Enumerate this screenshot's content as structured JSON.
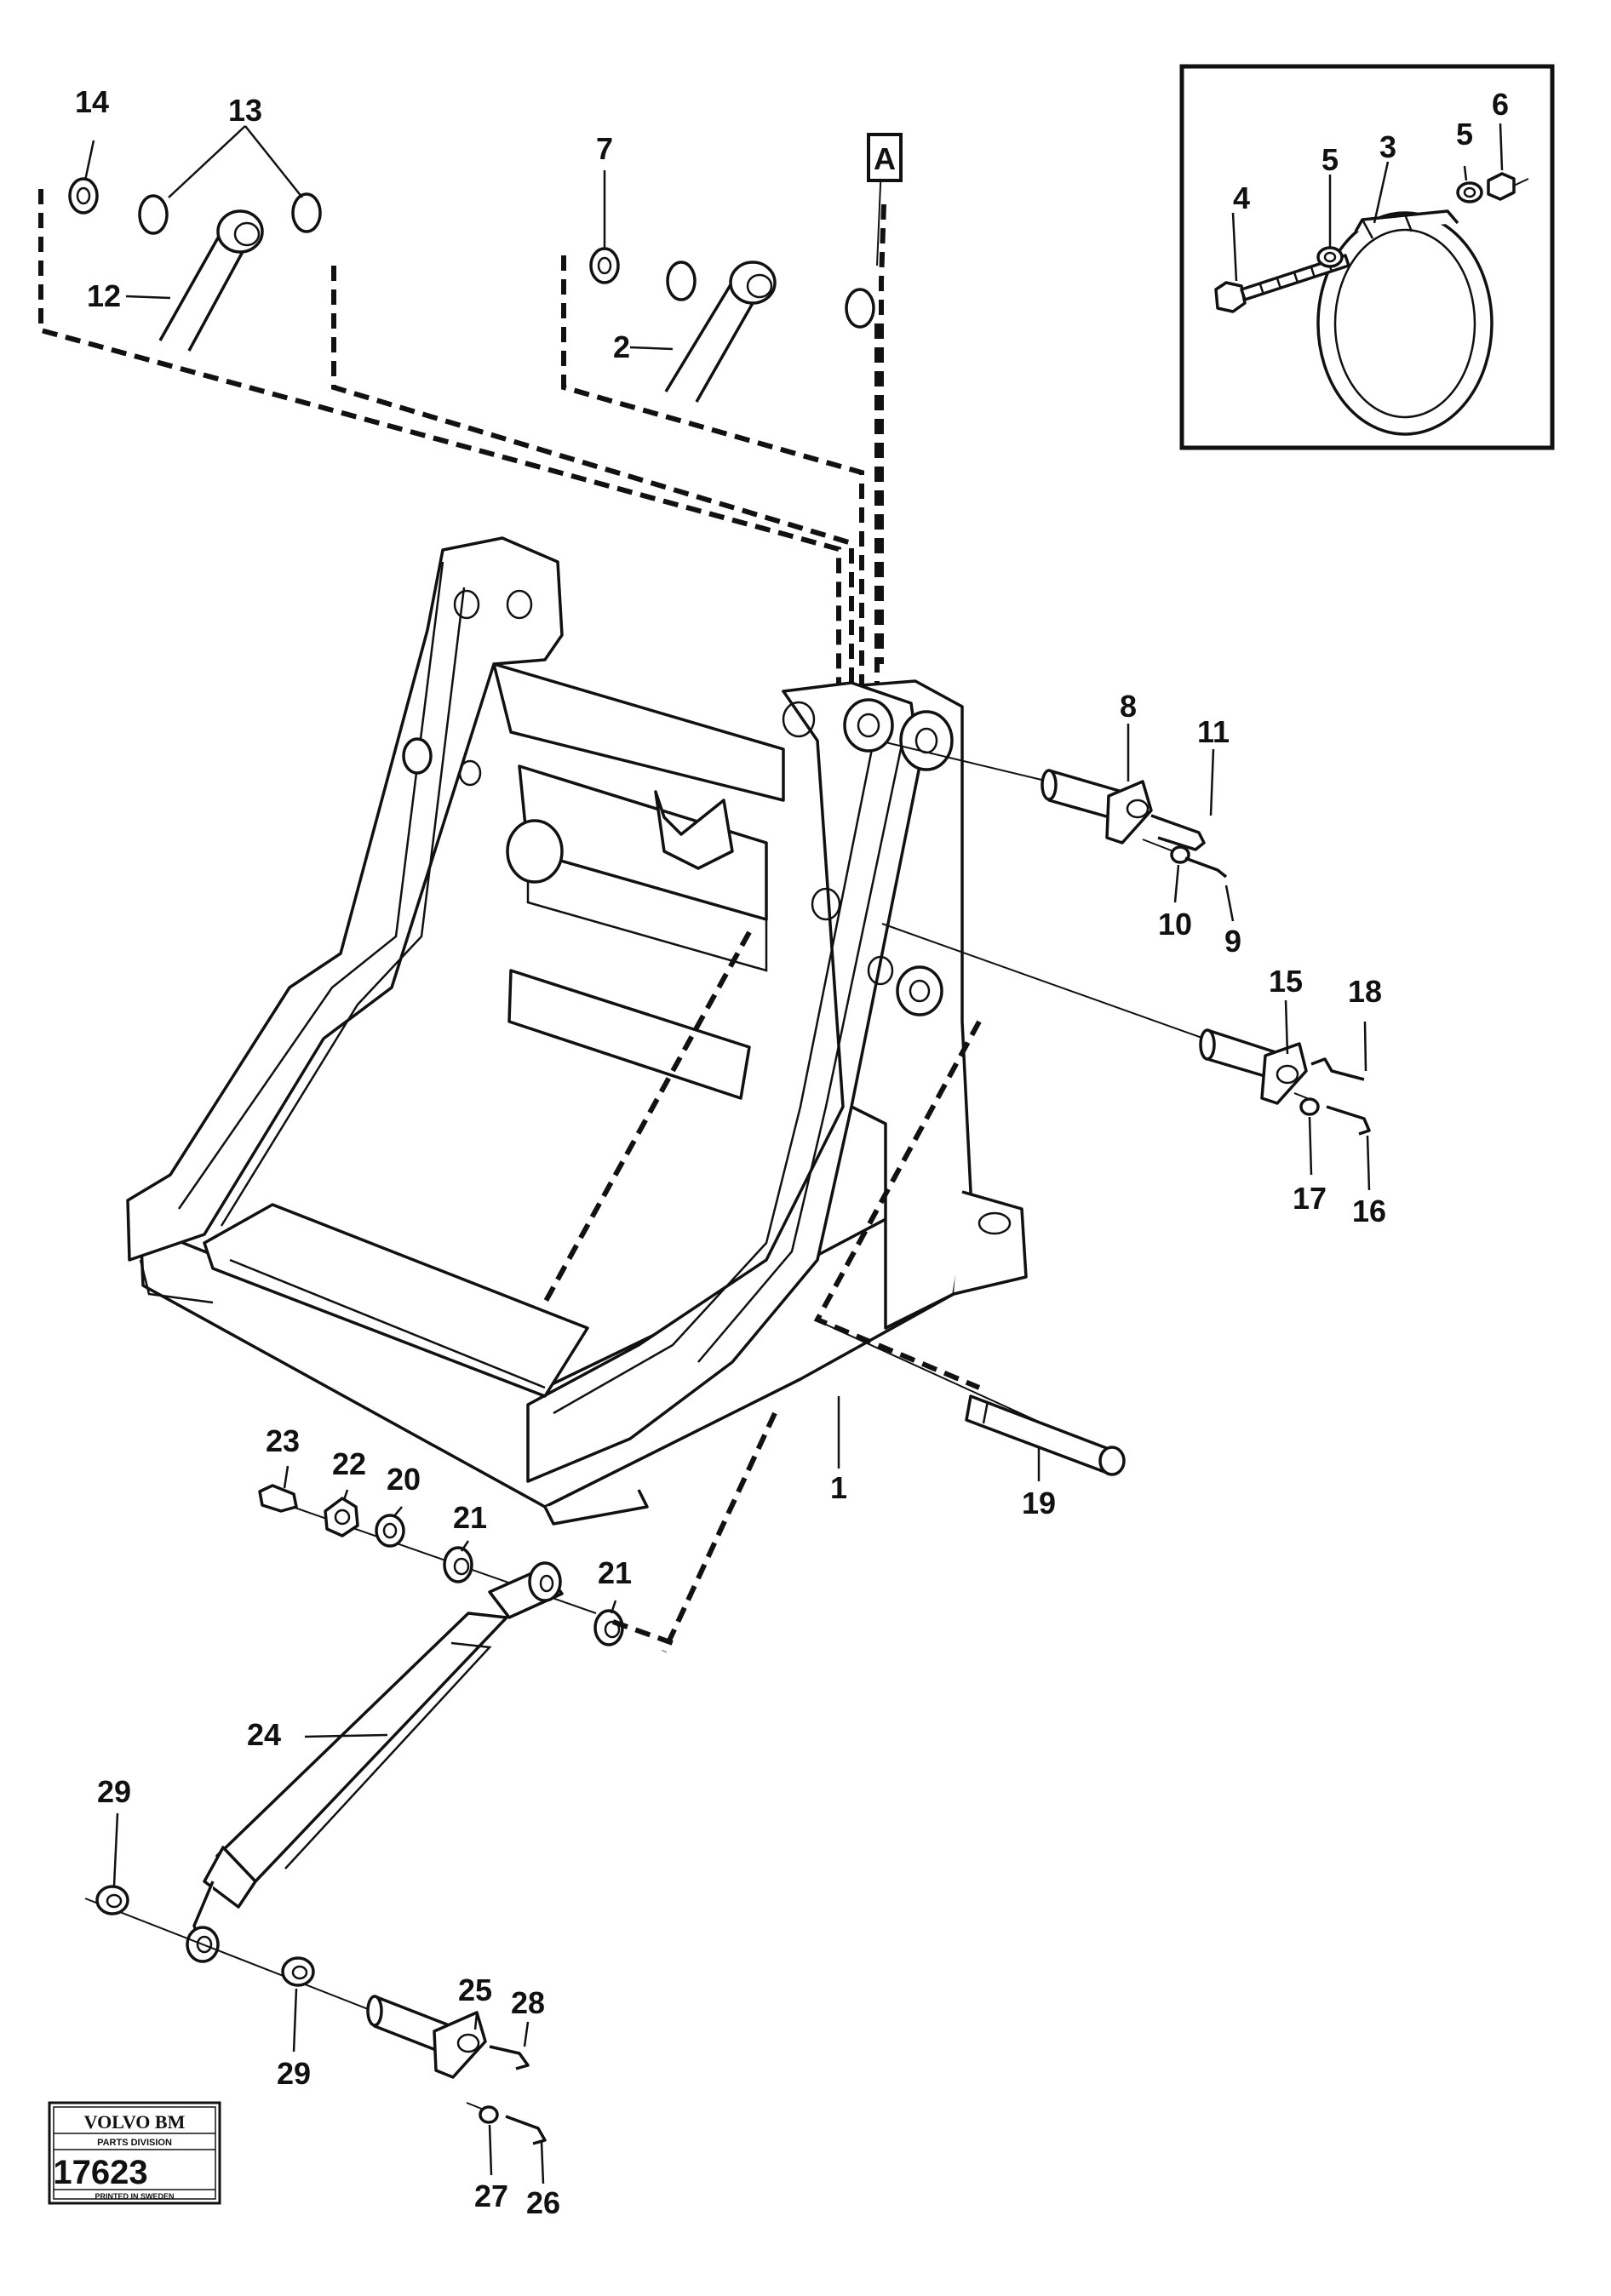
{
  "diagram": {
    "callouts": [
      "1",
      "2",
      "3",
      "4",
      "5",
      "5",
      "6",
      "7",
      "8",
      "9",
      "10",
      "11",
      "12",
      "13",
      "14",
      "15",
      "16",
      "17",
      "18",
      "19",
      "20",
      "21",
      "21",
      "22",
      "23",
      "24",
      "25",
      "26",
      "27",
      "28",
      "29",
      "29"
    ],
    "view_marker": "A"
  },
  "badge": {
    "brand": "VOLVO BM",
    "division": "PARTS DIVISION",
    "number": "17623",
    "printed": "PRINTED IN SWEDEN"
  }
}
